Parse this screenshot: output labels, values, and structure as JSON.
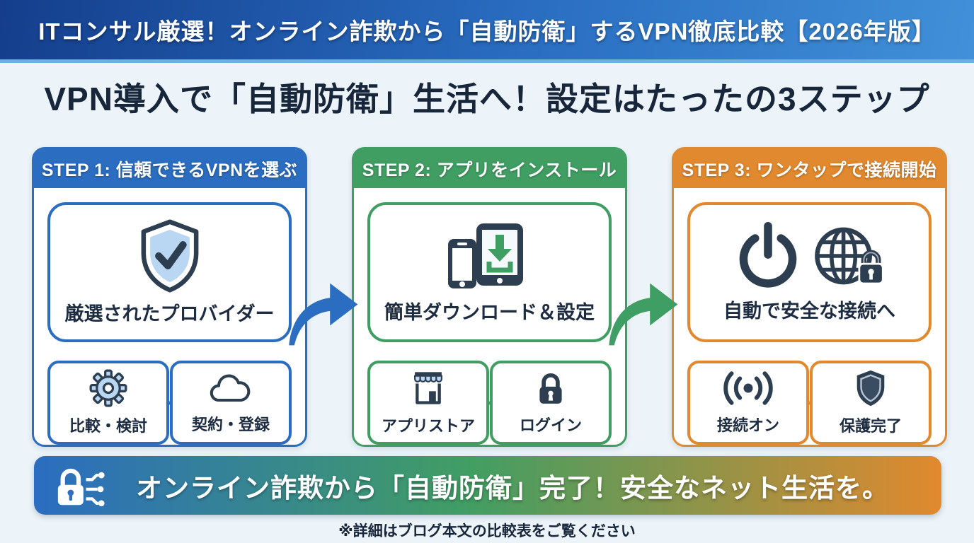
{
  "top_banner": {
    "text": "ITコンサル厳選！オンライン詐欺から「自動防衛」するVPN徹底比較【2026年版】"
  },
  "title": "VPN導入で「自動防衛」生活へ！設定はたったの3ステップ",
  "steps": [
    {
      "header": "STEP 1: 信頼できるVPNを選ぶ",
      "color": "#2b6dc0",
      "main": {
        "icon": "shield-check-icon",
        "label": "厳選されたプロバイダー"
      },
      "subs": [
        {
          "icon": "gear-icon",
          "label": "比較・検討"
        },
        {
          "icon": "cloud-icon",
          "label": "契約・登録"
        }
      ]
    },
    {
      "header": "STEP 2: アプリをインストール",
      "color": "#419e63",
      "main": {
        "icon": "devices-download-icon",
        "label": "簡単ダウンロード＆設定"
      },
      "subs": [
        {
          "icon": "app-store-icon",
          "label": "アプリストア"
        },
        {
          "icon": "lock-icon",
          "label": "ログイン"
        }
      ]
    },
    {
      "header": "STEP 3: ワンタップで接続開始",
      "color": "#e1892e",
      "main": {
        "icon": "power-globe-lock-icon",
        "label": "自動で安全な接続へ"
      },
      "subs": [
        {
          "icon": "broadcast-signal-icon",
          "label": "接続オン"
        },
        {
          "icon": "shield-filled-icon",
          "label": "保護完了"
        }
      ]
    }
  ],
  "bottom_banner": {
    "icon": "lock-network-icon",
    "text": "オンライン詐欺から「自動防衛」完了！安全なネット生活を。"
  },
  "footnote": "※詳細はブログ本文の比較表をご覧ください",
  "colors": {
    "step1_blue": "#2b6dc0",
    "step2_green": "#419e63",
    "step3_orange": "#e1892e",
    "icon_navy": "#2c3e50",
    "icon_light_blue": "#b9d6f2",
    "background": "#ecf4f9",
    "banner_gradient_start": "#143e8c",
    "banner_gradient_end": "#4190d8"
  }
}
